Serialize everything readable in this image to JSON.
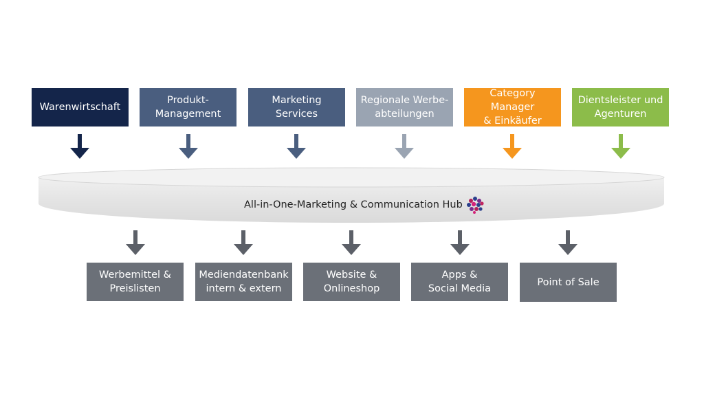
{
  "sources": [
    {
      "label": "Warenwirtschaft",
      "color": "#14254a"
    },
    {
      "label": "Produkt-\nManagement",
      "color": "#4a5e7f"
    },
    {
      "label": "Marketing\nServices",
      "color": "#4a5e7f"
    },
    {
      "label": "Regionale Werbe-\nabteilungen",
      "color": "#9aa4b2"
    },
    {
      "label": "Category Manager\n& Einkäufer",
      "color": "#f5961e"
    },
    {
      "label": "Dientsleister und\nAgenturen",
      "color": "#8cbc4a"
    }
  ],
  "hub": {
    "label": "All-in-One-Marketing & Communication Hub",
    "logo_icon": "hub-logo-icon",
    "color": "#e6e6e6"
  },
  "outputs": [
    {
      "label": "Werbemittel &\nPreislisten",
      "color": "#6b7078"
    },
    {
      "label": "Mediendatenbank\nintern & extern",
      "color": "#6b7078"
    },
    {
      "label": "Website &\nOnlineshop",
      "color": "#6b7078"
    },
    {
      "label": "Apps &\nSocial Media",
      "color": "#6b7078"
    },
    {
      "label": "Point of Sale",
      "color": "#6b7078"
    }
  ],
  "arrows": {
    "in_colors": [
      "#14254a",
      "#4a5e7f",
      "#4a5e7f",
      "#9aa4b2",
      "#f5961e",
      "#8cbc4a"
    ],
    "out_color": "#5c6068"
  }
}
